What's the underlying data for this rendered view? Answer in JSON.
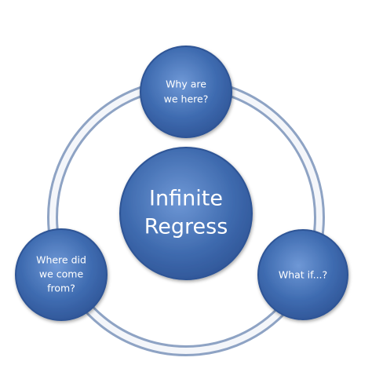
{
  "diagram": {
    "center": {
      "lines": [
        "Infinite",
        "Regress"
      ]
    },
    "nodes": [
      {
        "id": "top",
        "lines": [
          "Why are",
          "we here?"
        ]
      },
      {
        "id": "left",
        "lines": [
          "Where did",
          "we come",
          "from?"
        ]
      },
      {
        "id": "right",
        "lines": [
          "What if...?"
        ]
      }
    ]
  },
  "colors": {
    "node_fill": "#3e6bb0",
    "node_fill_light": "#6f98d6",
    "node_stroke": "#2f5496",
    "ring_outer": "#8ea3c4",
    "ring_inner": "#ffffff"
  }
}
